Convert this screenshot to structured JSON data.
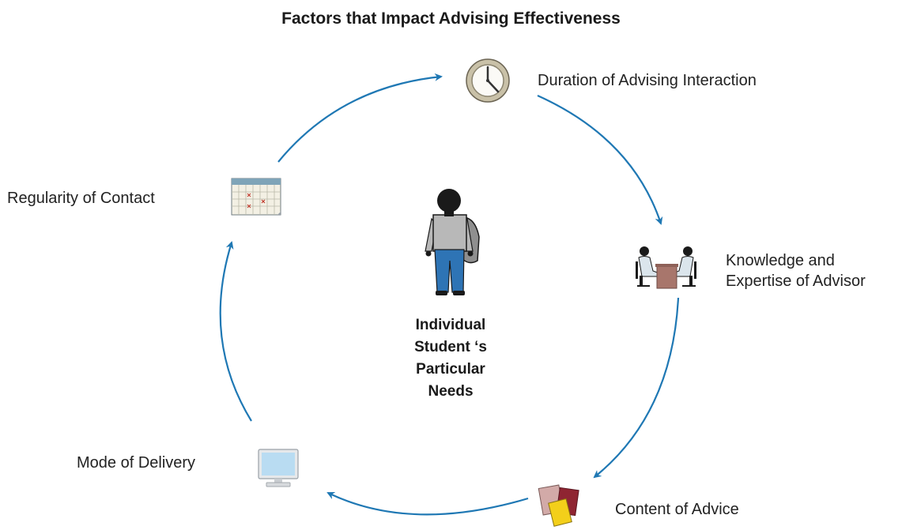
{
  "title": "Factors that Impact Advising Effectiveness",
  "center_lines": [
    "Individual",
    "Student ‘s",
    "Particular",
    "Needs"
  ],
  "factors": {
    "duration": "Duration of Advising Interaction",
    "knowledge_line1": "Knowledge and",
    "knowledge_line2": "Expertise of Advisor",
    "content": "Content of Advice",
    "mode": "Mode of Delivery",
    "regularity": "Regularity of Contact"
  },
  "icons": {
    "duration": "clock-icon",
    "knowledge": "meeting-icon",
    "content": "books-icon",
    "mode": "monitor-icon",
    "regularity": "calendar-icon",
    "center": "student-icon"
  },
  "colors": {
    "arrow": "#1f78b4",
    "desk": "#a8766c",
    "calendar_header": "#7fa4b8",
    "monitor_screen": "#b9dcf2",
    "book_yellow": "#f3cf1a",
    "book_red": "#8f2532",
    "book_pink": "#d2aaa8",
    "shirt": "#b8b8b8",
    "pants": "#2e74b5"
  }
}
